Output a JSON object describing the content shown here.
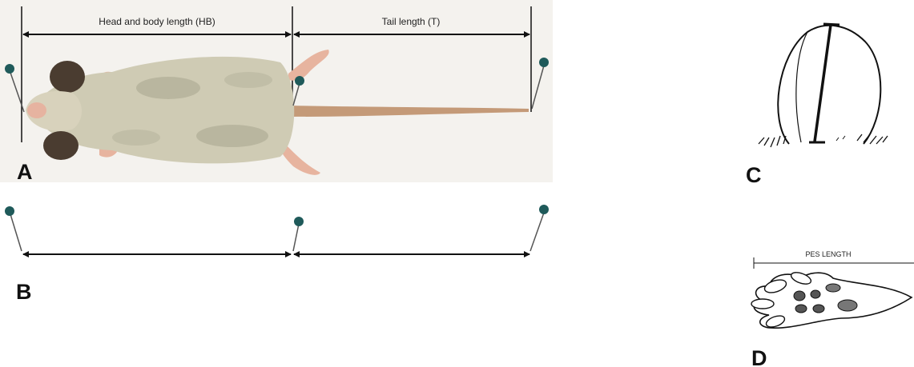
{
  "panels": {
    "a": {
      "letter": "A",
      "head_body_label": "Head and body length (HB)",
      "tail_label": "Tail length (T)"
    },
    "b": {
      "letter": "B"
    },
    "c": {
      "letter": "C"
    },
    "d": {
      "letter": "D",
      "pes_label": "PES LENGTH"
    }
  },
  "colors": {
    "background": "#ffffff",
    "photo_background": "#f4f2ee",
    "pin_head": "#1f5a5a",
    "fur": "#cfcbb4",
    "ears": "#4a3c30",
    "tail": "#c49a78",
    "lines": "#111111"
  },
  "icons": {
    "pins": "pin-icon",
    "mouse": "mouse-photo",
    "ear": "ear-sketch",
    "foot": "hind-foot-sketch"
  }
}
